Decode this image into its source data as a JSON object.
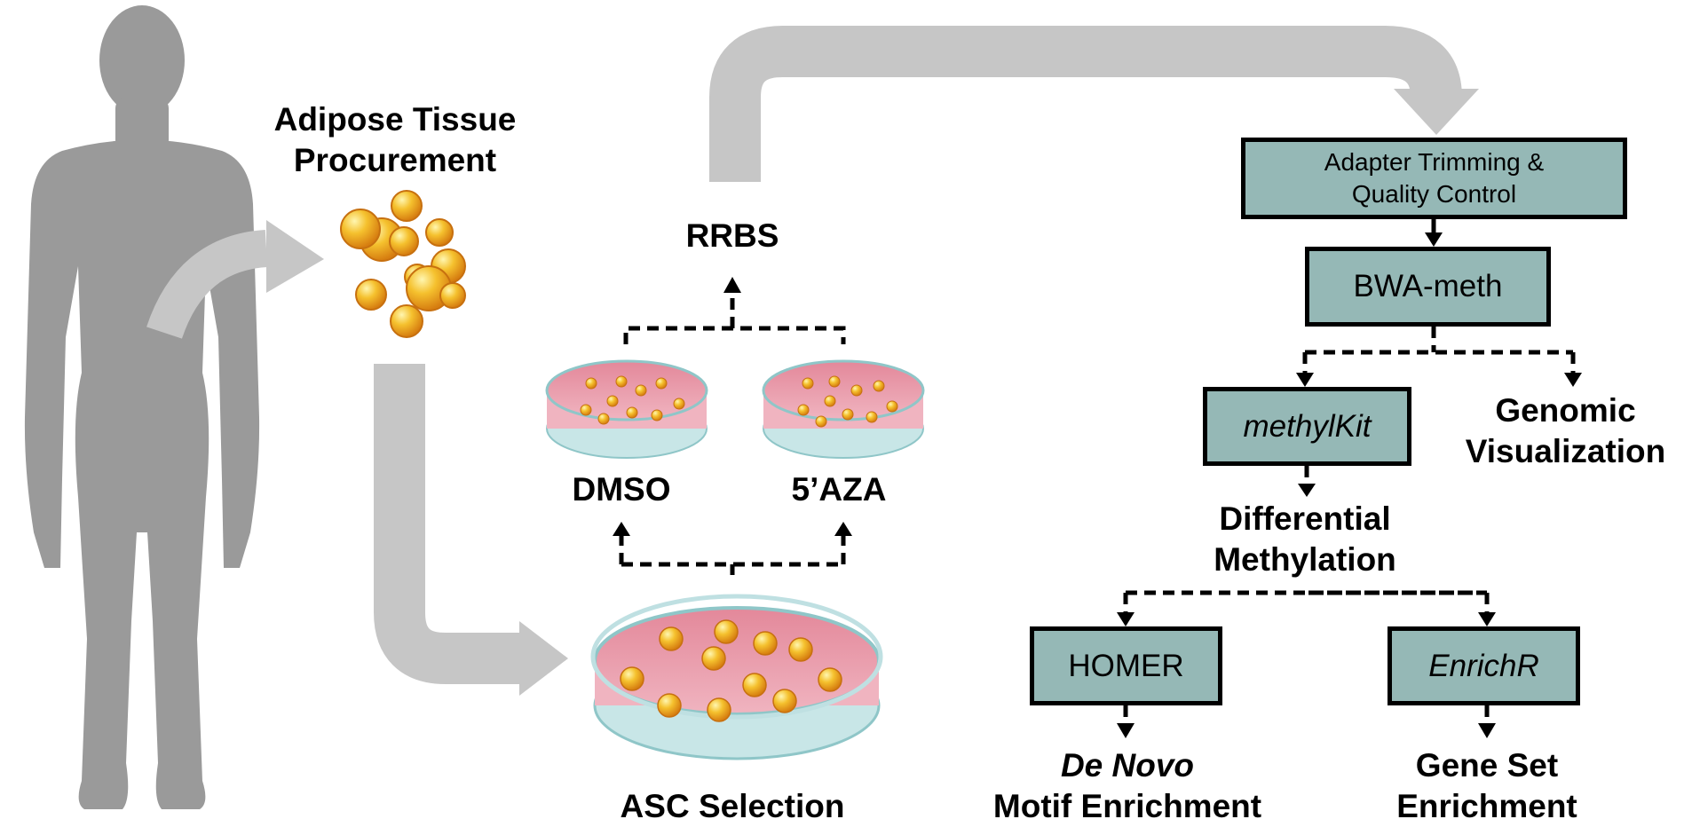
{
  "labels": {
    "adipose_line1": "Adipose Tissue",
    "adipose_line2": "Procurement",
    "rrbs": "RRBS",
    "dmso": "DMSO",
    "aza": "5’AZA",
    "asc_selection": "ASC Selection",
    "genomic_line1": "Genomic",
    "genomic_line2": "Visualization",
    "diffmeth_line1": "Differential",
    "diffmeth_line2": "Methylation",
    "denovo_line1": "De Novo",
    "denovo_line2": "Motif Enrichment",
    "geneset_line1": "Gene Set",
    "geneset_line2": "Enrichment"
  },
  "boxes": {
    "adapter_line1": "Adapter Trimming &",
    "adapter_line2": "Quality Control",
    "bwa": "BWA-meth",
    "methylkit": "methylKit",
    "homer": "HOMER",
    "enrichr": "EnrichR"
  },
  "colors": {
    "box_fill": "#95b8b6",
    "flow_arrow": "#c6c6c6",
    "human": "#9a9a9a",
    "dish_media": "#e79aa6",
    "cell": "#f2b52c"
  },
  "icons": [
    "human-silhouette-icon",
    "fat-cells-icon",
    "petri-dish-icon"
  ]
}
